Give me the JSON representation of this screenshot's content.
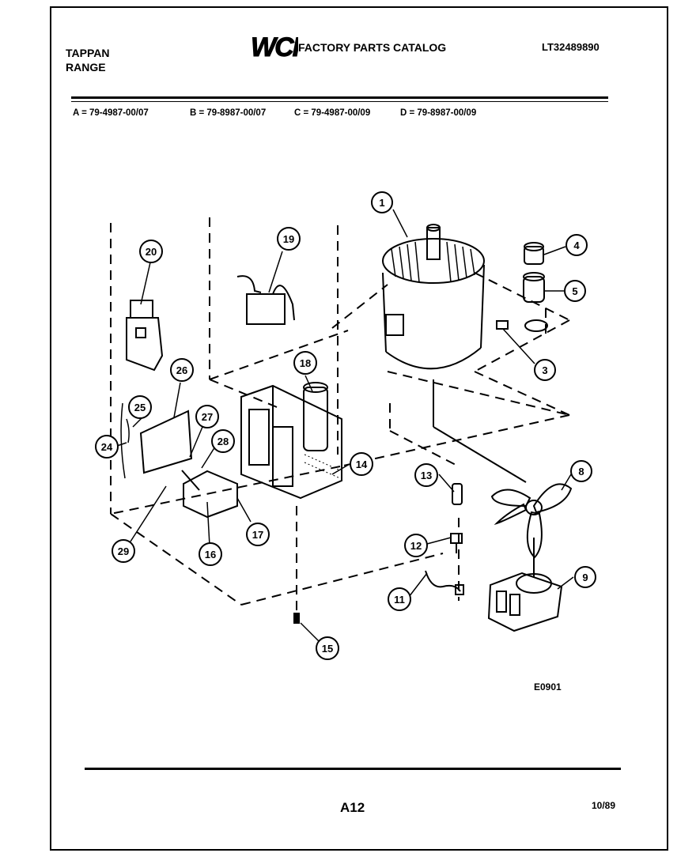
{
  "header": {
    "brand_line1": "TAPPAN",
    "brand_line2": "RANGE",
    "logo_text": "WCI",
    "catalog_title": "FACTORY PARTS CATALOG",
    "model_number": "LT32489890"
  },
  "variants": [
    "A = 79-4987-00/07",
    "B = 79-8987-00/07",
    "C = 79-4987-00/09",
    "D = 79-8987-00/09"
  ],
  "callouts": {
    "c1": "1",
    "c3": "3",
    "c4": "4",
    "c5": "5",
    "c8": "8",
    "c9": "9",
    "c11": "11",
    "c12": "12",
    "c13": "13",
    "c14": "14",
    "c15": "15",
    "c16": "16",
    "c17": "17",
    "c18": "18",
    "c19": "19",
    "c20": "20",
    "c24": "24",
    "c25": "25",
    "c26": "26",
    "c27": "27",
    "c28": "28",
    "c29": "29"
  },
  "diagram_code": "E0901",
  "footer": {
    "page_number": "A12",
    "date": "10/89"
  }
}
